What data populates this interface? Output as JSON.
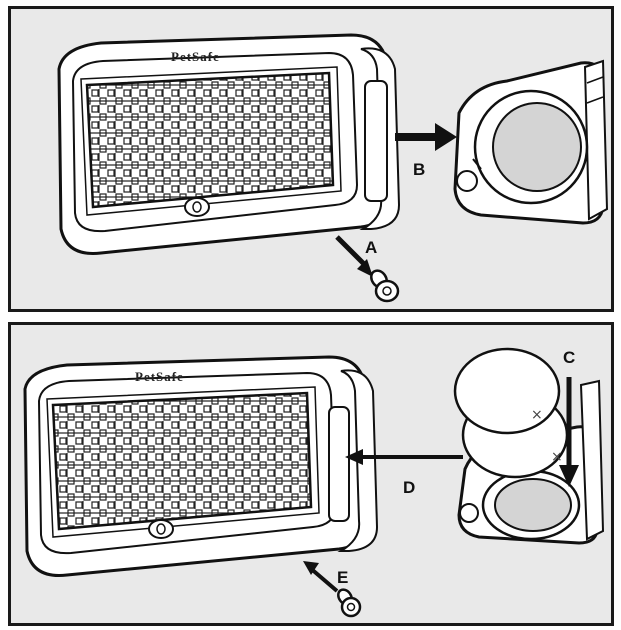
{
  "steps": {
    "top": {
      "remove_screw_label": "A",
      "open_cover_label": "B"
    },
    "bottom": {
      "replace_batteries_label": "C",
      "close_cover_label": "D",
      "fasten_screw_label": "E"
    }
  },
  "device": {
    "brand_text": "PetSafe"
  },
  "battery": {
    "mark": "×"
  },
  "colors": {
    "frame": "#1a1a1a",
    "panel_bg": "#e9e9e9",
    "device_fill": "#ffffff",
    "battery_fill": "#d4d4d4"
  }
}
